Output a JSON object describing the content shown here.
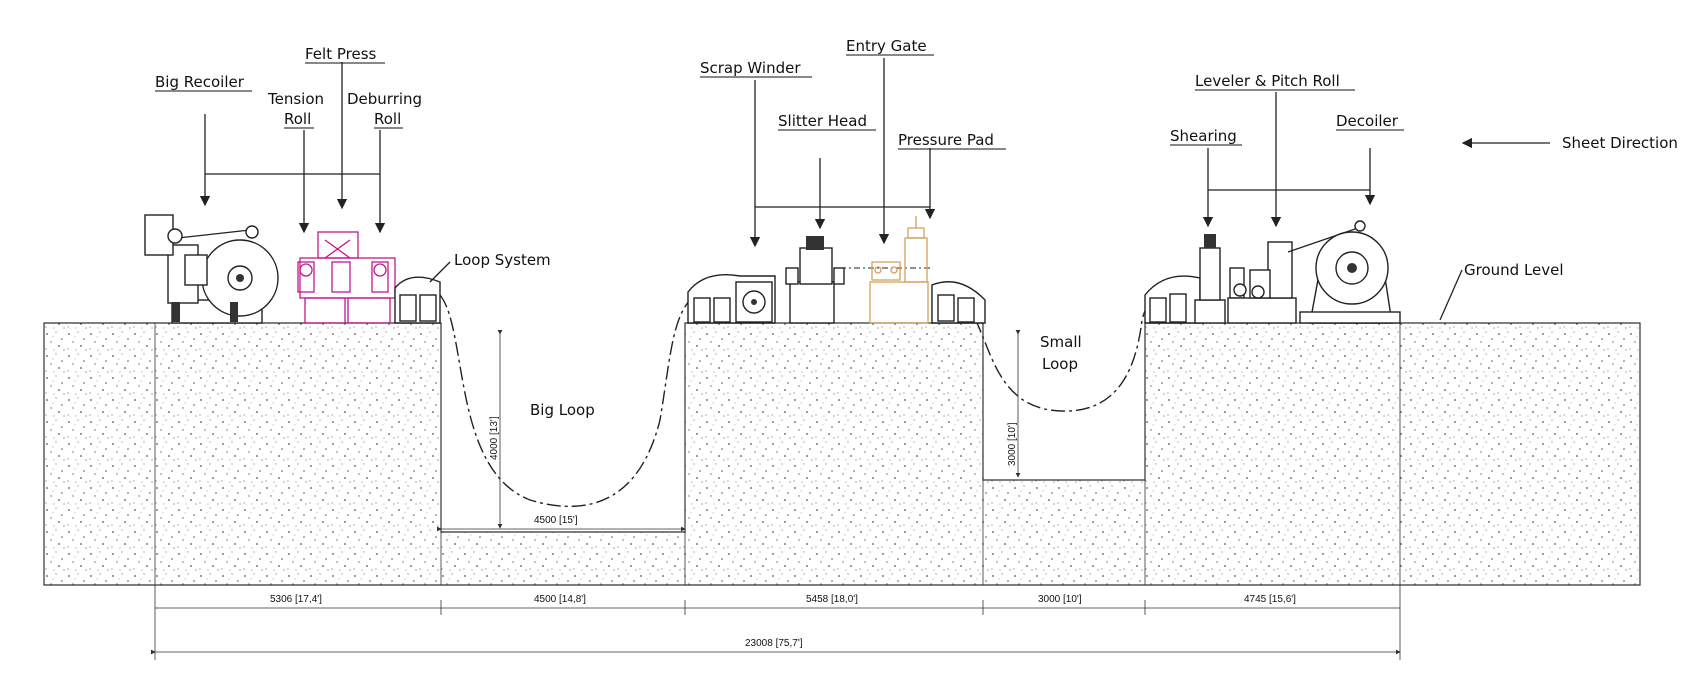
{
  "labels": {
    "big_recoiler": "Big Recoiler",
    "felt_press": "Felt Press",
    "tension_roll_1": "Tension",
    "tension_roll_2": "Roll",
    "deburring_roll_1": "Deburring",
    "deburring_roll_2": "Roll",
    "loop_system": "Loop System",
    "scrap_winder": "Scrap Winder",
    "entry_gate": "Entry Gate",
    "slitter_head": "Slitter Head",
    "pressure_pad": "Pressure Pad",
    "leveler_pitch_roll": "Leveler & Pitch Roll",
    "shearing": "Shearing",
    "decoiler": "Decoiler",
    "sheet_direction": "Sheet Direction",
    "ground_level": "Ground Level",
    "big_loop": "Big Loop",
    "small_loop_1": "Small",
    "small_loop_2": "Loop"
  },
  "dimensions": {
    "big_loop_depth": "4000 [13']",
    "big_loop_width": "4500 [15']",
    "small_loop_depth": "3000 [10']",
    "seg_1": "5306 [17,4']",
    "seg_2": "4500 [14,8']",
    "seg_3": "5458 [18,0']",
    "seg_4": "3000 [10']",
    "seg_5": "4745 [15,6']",
    "total": "23008 [75,7']"
  },
  "colors": {
    "felt_press_group": "#c2188c",
    "slitter_group": "#d4a15a",
    "outline": "#222222"
  }
}
